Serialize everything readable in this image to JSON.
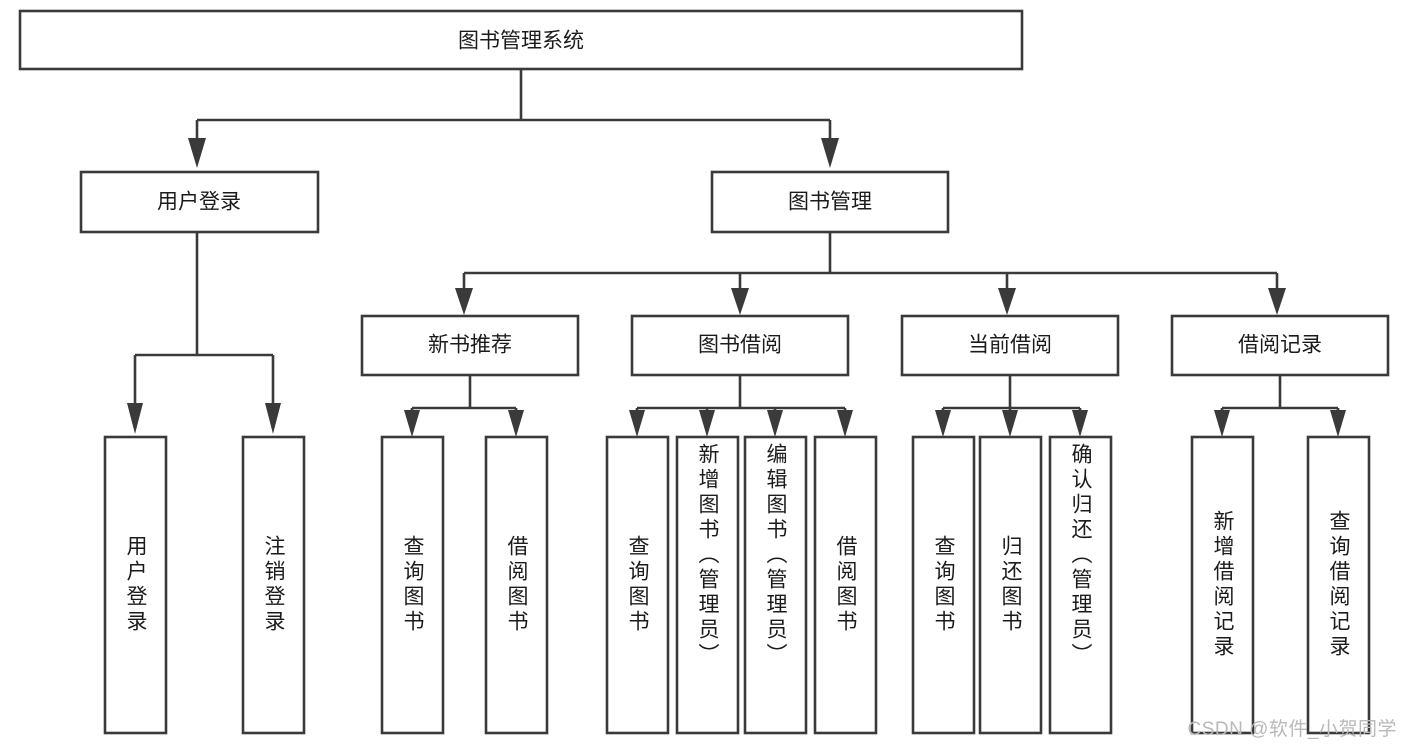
{
  "diagram": {
    "title": "图书管理系统",
    "type": "hierarchy-tree",
    "root": {
      "id": "root",
      "label": "图书管理系统"
    },
    "level2": [
      {
        "id": "user-login",
        "label": "用户登录"
      },
      {
        "id": "book-management",
        "label": "图书管理"
      }
    ],
    "level3": [
      {
        "id": "new-book-recommend",
        "label": "新书推荐",
        "parent": "book-management"
      },
      {
        "id": "book-borrow",
        "label": "图书借阅",
        "parent": "book-management"
      },
      {
        "id": "current-borrow",
        "label": "当前借阅",
        "parent": "book-management"
      },
      {
        "id": "borrow-record",
        "label": "借阅记录",
        "parent": "book-management"
      }
    ],
    "leaves": [
      {
        "id": "leaf-user-login",
        "label": "用户登录",
        "parent": "user-login"
      },
      {
        "id": "leaf-logout-login",
        "label": "注销登录",
        "parent": "user-login"
      },
      {
        "id": "leaf-query-book-1",
        "label": "查询图书",
        "parent": "new-book-recommend"
      },
      {
        "id": "leaf-borrow-book-1",
        "label": "借阅图书",
        "parent": "new-book-recommend"
      },
      {
        "id": "leaf-query-book-2",
        "label": "查询图书",
        "parent": "book-borrow"
      },
      {
        "id": "leaf-add-book-admin",
        "label": "新增图书（管理员）",
        "parent": "book-borrow"
      },
      {
        "id": "leaf-edit-book-admin",
        "label": "编辑图书（管理员）",
        "parent": "book-borrow"
      },
      {
        "id": "leaf-borrow-book-2",
        "label": "借阅图书",
        "parent": "book-borrow"
      },
      {
        "id": "leaf-query-book-3",
        "label": "查询图书",
        "parent": "current-borrow"
      },
      {
        "id": "leaf-return-book",
        "label": "归还图书",
        "parent": "current-borrow"
      },
      {
        "id": "leaf-confirm-return-admin",
        "label": "确认归还（管理员）",
        "parent": "current-borrow"
      },
      {
        "id": "leaf-add-borrow-record",
        "label": "新增借阅记录",
        "parent": "borrow-record"
      },
      {
        "id": "leaf-query-borrow-record",
        "label": "查询借阅记录",
        "parent": "borrow-record"
      }
    ],
    "colors": {
      "stroke": "#3a3a3a",
      "fill": "#ffffff",
      "text": "#1b1b1b",
      "watermark": "#b9b9b9"
    }
  },
  "watermark": {
    "text": "CSDN @软件_小贺同学"
  }
}
